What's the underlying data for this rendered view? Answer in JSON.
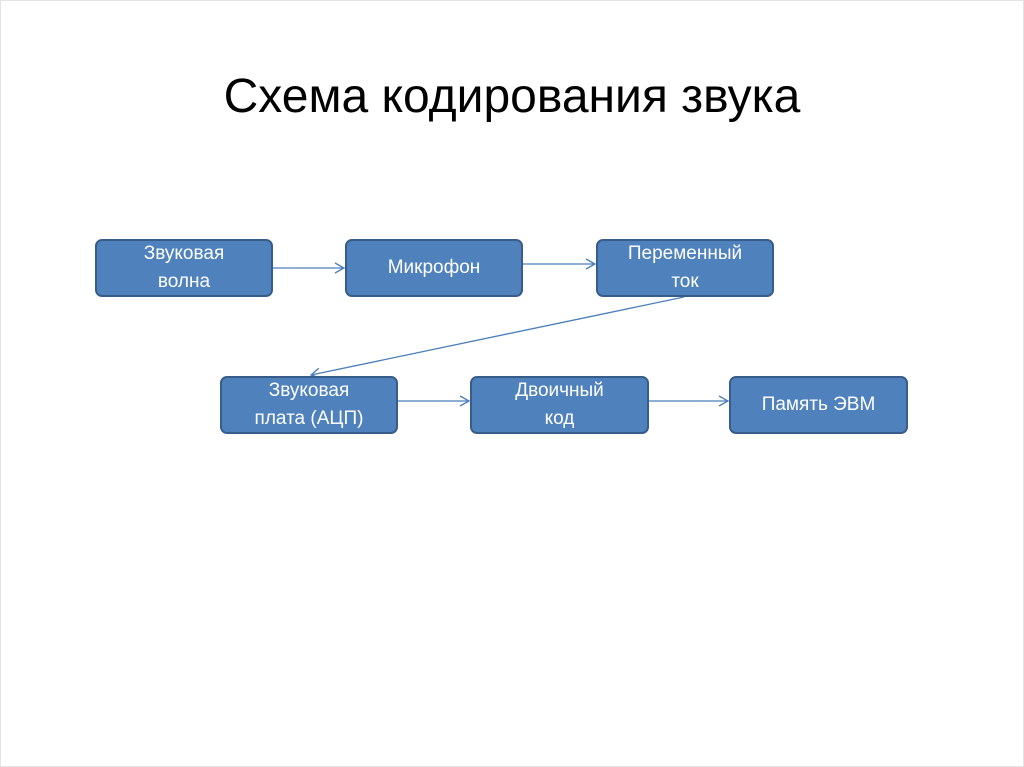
{
  "title": "Схема кодирования звука",
  "nodes": [
    {
      "id": "wave",
      "label": "Звуковая\nволна"
    },
    {
      "id": "mic",
      "label": "Микрофон"
    },
    {
      "id": "ac",
      "label": "Переменный\nток"
    },
    {
      "id": "card",
      "label": "Звуковая\nплата (АЦП)"
    },
    {
      "id": "binary",
      "label": "Двоичный\nкод"
    },
    {
      "id": "memory",
      "label": "Память ЭВМ"
    }
  ],
  "edges": [
    [
      "wave",
      "mic"
    ],
    [
      "mic",
      "ac"
    ],
    [
      "ac",
      "card"
    ],
    [
      "card",
      "binary"
    ],
    [
      "binary",
      "memory"
    ]
  ],
  "colors": {
    "box_fill": "#4f81bd",
    "box_border": "#385d8a",
    "arrow": "#4a7ebb"
  }
}
